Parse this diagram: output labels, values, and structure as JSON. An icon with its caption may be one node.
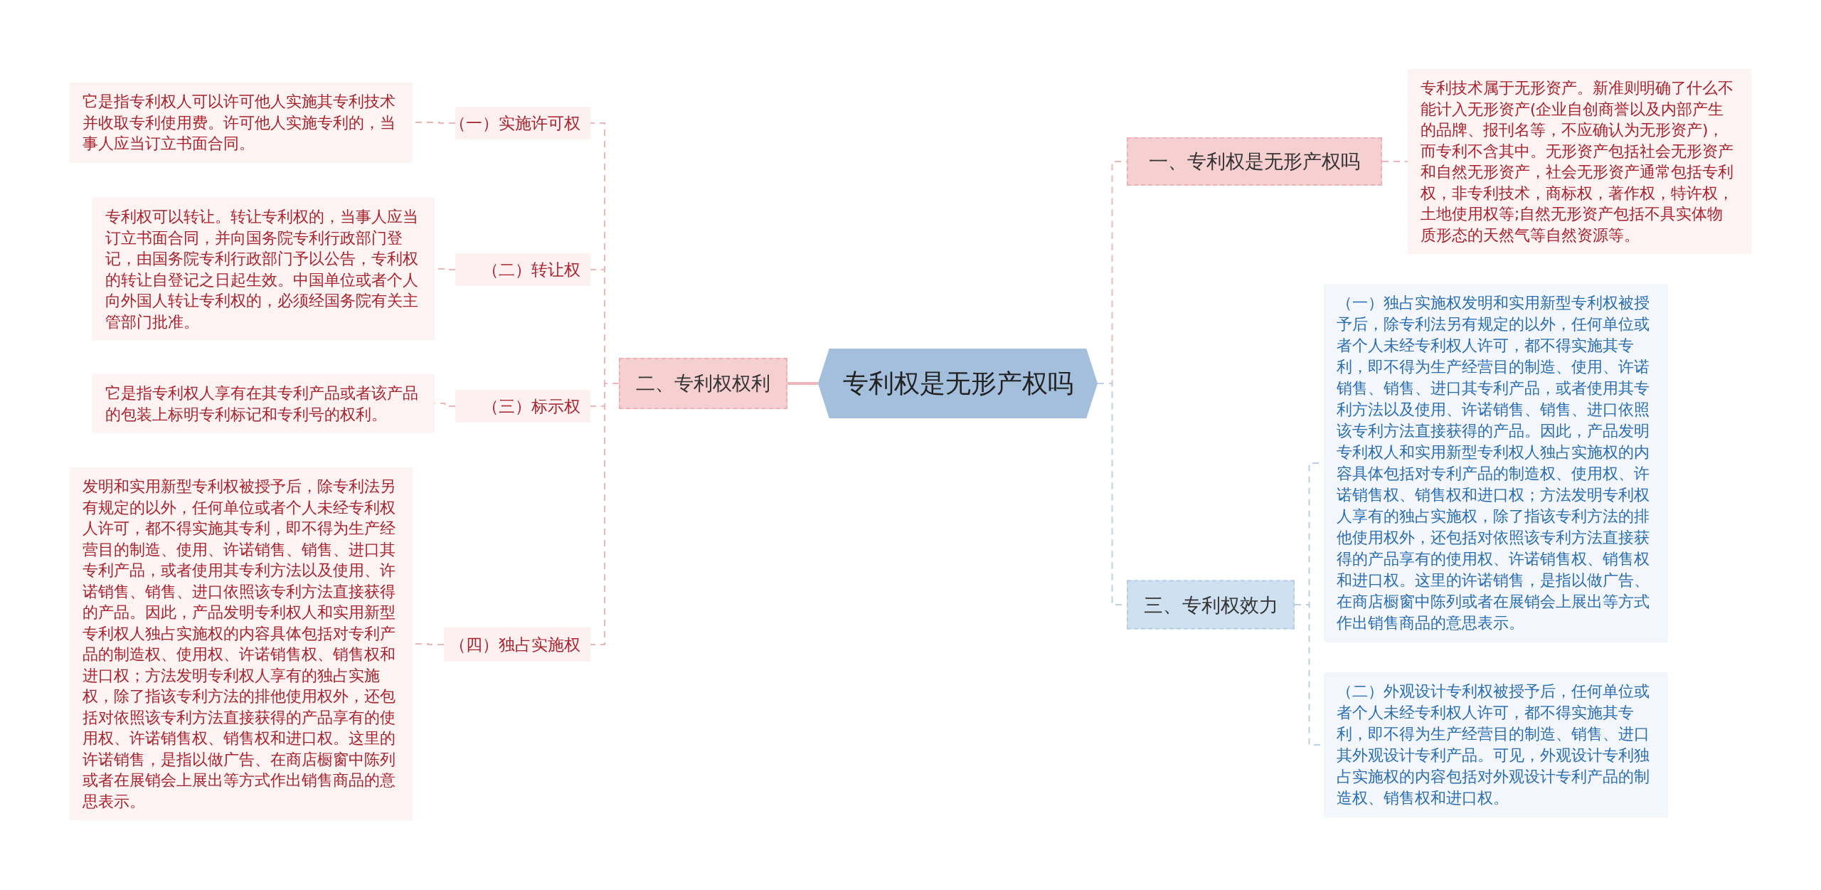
{
  "diagram": {
    "nodes": [
      {
        "text": [
          "专利权是无形产权吗"
        ]
      },
      {
        "text": [
          "二、专利权权利"
        ]
      },
      {
        "text": [
          "（一）实施许可权"
        ]
      },
      {
        "text": [
          "它是指专利权人可以许可他人实施其专利技术并收取专利使用费。许可他人实施专利的，当事人应当订立书面合同。"
        ]
      },
      {
        "text": [
          "（二）转让权"
        ]
      },
      {
        "text": [
          "专利权可以转让。转让专利权的，当事人应当订立书面合同，并向国务院专利行政部门登记，由国务院专利行政部门予以公告，专利权的转让自登记之日起生效。中国单位或者个人向外国人转让专利权的，必须经国务院有关主管部门批准。"
        ]
      },
      {
        "text": [
          "（三）标示权"
        ]
      },
      {
        "text": [
          "它是指专利权人享有在其专利产品或者该产品的包装上标明专利标记和专利号的权利。"
        ]
      },
      {
        "text": [
          "（四）独占实施权"
        ]
      },
      {
        "text": [
          "发明和实用新型专利权被授予后，除专利法另有规定的以外，任何单位或者个人未经专利权人许可，都不得实施其专利，即不得为生产经营目的制造、使用、许诺销售、销售、进口其专利产品，或者使用其专利方法以及使用、许诺销售、销售、进口依照该专利方法直接获得的产品。因此，产品发明专利权人和实用新型专利权人独占实施权的内容具体包括对专利产品的制造权、使用权、许诺销售权、销售权和进口权；方法发明专利权人享有的独占实施权，除了指该专利方法的排他使用权外，还包括对依照该专利方法直接获得的产品享有的使用权、许诺销售权、销售权和进口权。这里的许诺销售，是指以做广告、在商店橱窗中陈列或者在展销会上展出等方式作出销售商品的意思表示。"
        ]
      },
      {
        "text": [
          "一、专利权是无形产权吗"
        ]
      },
      {
        "text": [
          "专利技术属于无形资产。新准则明确了什么不能计入无形资产(企业自创商誉以及内部产生的品牌、报刊名等，不应确认为无形资产)，而专利不含其中。无形资产包括社会无形资产和自然无形资产，社会无形资产通常包括专利权，非专利技术，商标权，著作权，特许权，土地使用权等;自然无形资产包括不具实体物质形态的天然气等自然资源等。"
        ]
      },
      {
        "text": [
          "三、专利权效力"
        ]
      },
      {
        "text": [
          "（一）独占实施权发明和实用新型专利权被授予后，除专利法另有规定的以外，任何单位或者个人未经专利权人许可，都不得实施其专利，即不得为生产经营目的制造、使用、许诺销售、销售、进口其专利产品，或者使用其专利方法以及使用、许诺销售、销售、进口依照该专利方法直接获得的产品。因此，产品发明专利权人和实用新型专利权人独占实施权的内容具体包括对专利产品的制造权、使用权、许诺销售权、销售权和进口权；方法发明专利权人享有的独占实施权，除了指该专利方法的排他使用权外，还包括对依照该专利方法直接获得的产品享有的使用权、许诺销售权、销售权和进口权。这里的许诺销售，是指以做广告、在商店橱窗中陈列或者在展销会上展出等方式作出销售商品的意思表示。"
        ]
      },
      {
        "text": [
          "（二）外观设计专利权被授予后，任何单位或者个人未经专利权人许可，都不得实施其专利，即不得为生产经营目的制造、销售、进口其外观设计专利产品。可见，外观设计专利独占实施权的内容包括对外观设计专利产品的制造权、销售权和进口权。"
        ]
      }
    ],
    "edges": [
      {
        "from": 0,
        "to": 1,
        "arrow": "none"
      },
      {
        "from": 1,
        "to": 2,
        "arrow": "none",
        "style": "dashed"
      },
      {
        "from": 1,
        "to": 4,
        "arrow": "none",
        "style": "dashed"
      },
      {
        "from": 1,
        "to": 6,
        "arrow": "none",
        "style": "dashed"
      },
      {
        "from": 1,
        "to": 8,
        "arrow": "none",
        "style": "dashed"
      },
      {
        "from": 2,
        "to": 3,
        "arrow": "none",
        "style": "dashed"
      },
      {
        "from": 4,
        "to": 5,
        "arrow": "none",
        "style": "dashed"
      },
      {
        "from": 6,
        "to": 7,
        "arrow": "none",
        "style": "dashed"
      },
      {
        "from": 8,
        "to": 9,
        "arrow": "none",
        "style": "dashed"
      },
      {
        "from": 0,
        "to": 10,
        "arrow": "none",
        "style": "dashed"
      },
      {
        "from": 10,
        "to": 11,
        "arrow": "none",
        "style": "dashed"
      },
      {
        "from": 0,
        "to": 12,
        "arrow": "none",
        "style": "dashed",
        "color": "#b9d0e6"
      },
      {
        "from": 12,
        "to": 13,
        "arrow": "none",
        "style": "dashed",
        "color": "#b9d0e6"
      },
      {
        "from": 12,
        "to": 14,
        "arrow": "none",
        "style": "dashed",
        "color": "#b9d0e6"
      }
    ]
  }
}
